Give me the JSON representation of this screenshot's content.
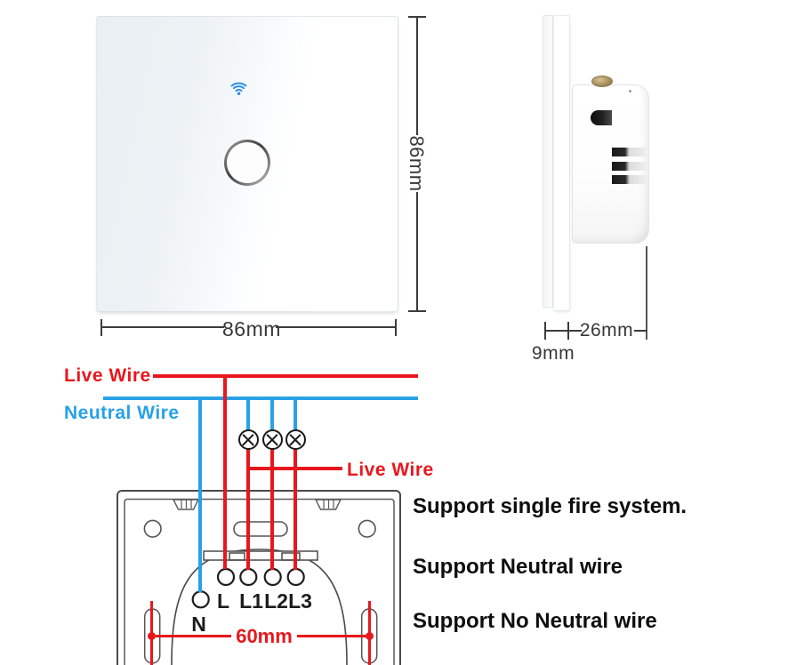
{
  "front_view": {
    "height_label": "86mm",
    "width_label": "86mm"
  },
  "side_view": {
    "depth_label": "26mm",
    "glass_thickness_label": "9mm"
  },
  "wiring": {
    "live_wire_top": "Live Wire",
    "neutral_wire": "Neutral Wire",
    "live_wire_bottom": "Live Wire",
    "terminal_labels": [
      "L",
      "L1",
      "L2",
      "L3"
    ],
    "neutral_terminal_label": "N",
    "terminal_spacing_label": "60mm"
  },
  "features": [
    "Support single fire system.",
    "Support Neutral wire",
    "Support No Neutral wire"
  ],
  "colors": {
    "live_wire": "#e8171d",
    "neutral_wire": "#29a1e6",
    "wifi_icon": "#2b8de9"
  }
}
